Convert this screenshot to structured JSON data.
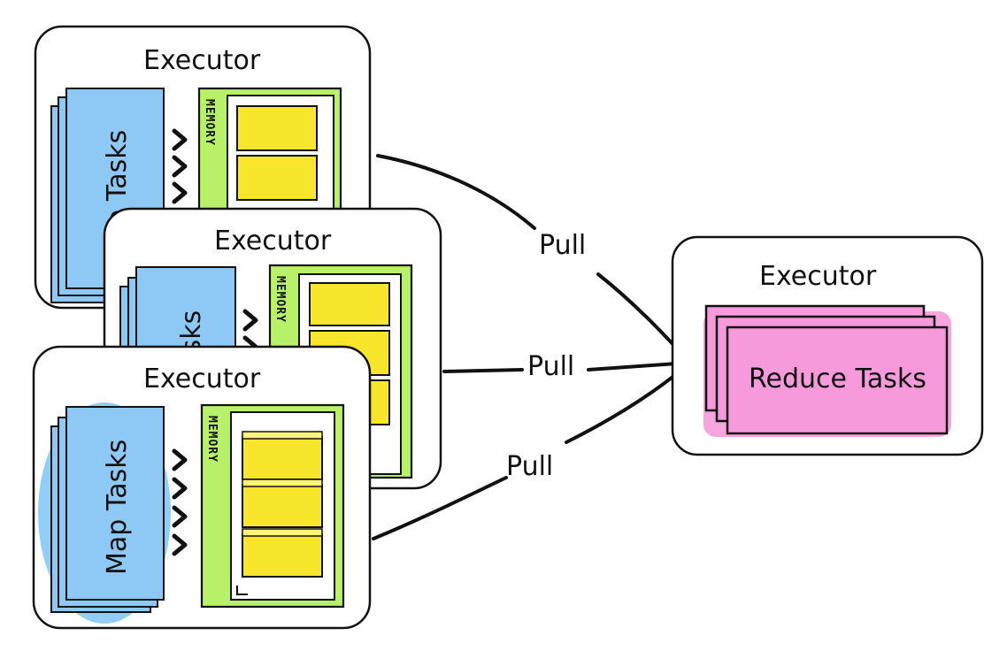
{
  "executors": [
    {
      "title": "Executor",
      "tasks_label": "Map Tasks",
      "memory_label": "MEMORY"
    },
    {
      "title": "Executor",
      "tasks_label": "Map Tasks",
      "memory_label": "MEMORY"
    },
    {
      "title": "Executor",
      "tasks_label": "Map Tasks",
      "memory_label": "MEMORY"
    }
  ],
  "reducer": {
    "title": "Executor",
    "tasks_label": "Reduce Tasks"
  },
  "pull_labels": [
    "Pull",
    "Pull",
    "Pull"
  ],
  "colors": {
    "map_tasks": "#8ec9f5",
    "memory": "#b8f06a",
    "memory_block": "#f8e62c",
    "reduce_tasks": "#f79adb"
  }
}
